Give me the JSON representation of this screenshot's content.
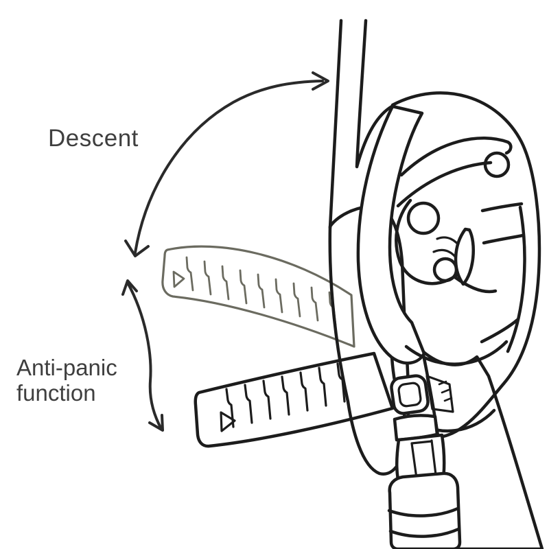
{
  "diagram": {
    "labels": {
      "descent": "Descent",
      "anti_panic": "Anti-panic function"
    },
    "colors": {
      "device_yellow": "#FCC70E",
      "ghost_handle_fill": "#F8DE9A",
      "ghost_handle_stroke": "#6B6B60",
      "line_black": "#1C1C1C",
      "annotation_arrow": "#2A2A2A",
      "label_text": "#3F3F3F",
      "rope_white": "#FFFFFF",
      "background": "#FFFFFF"
    },
    "icons": [
      {
        "name": "descent-range-arrow",
        "meaning": "curved double-headed arrow showing handle travel for descent"
      },
      {
        "name": "anti-panic-range-arrow",
        "meaning": "curved double-headed arrow showing anti-panic handle travel"
      }
    ]
  }
}
